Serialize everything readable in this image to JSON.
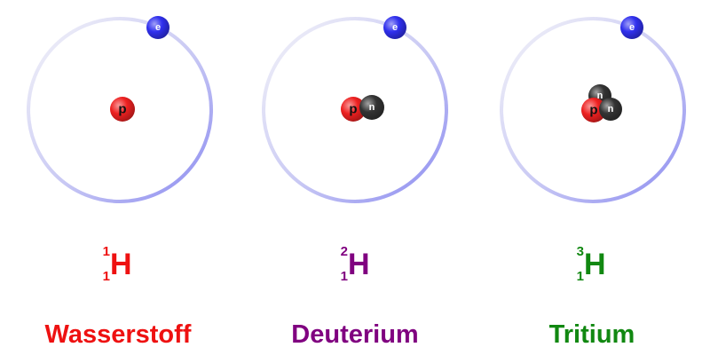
{
  "colors": {
    "orbit": "#8a8af0",
    "electron": "#3030ee",
    "proton": "#ee2020",
    "neutron": "#333333"
  },
  "electron_label": "e",
  "proton_label": "p",
  "neutron_label": "n",
  "isotopes": [
    {
      "name": "Wasserstoff",
      "mass_number": "1",
      "atomic_number": "1",
      "symbol": "H",
      "color": "#ee1111",
      "protons": 1,
      "neutrons": 0
    },
    {
      "name": "Deuterium",
      "mass_number": "2",
      "atomic_number": "1",
      "symbol": "H",
      "color": "#800080",
      "protons": 1,
      "neutrons": 1
    },
    {
      "name": "Tritium",
      "mass_number": "3",
      "atomic_number": "1",
      "symbol": "H",
      "color": "#118811",
      "protons": 1,
      "neutrons": 2
    }
  ]
}
